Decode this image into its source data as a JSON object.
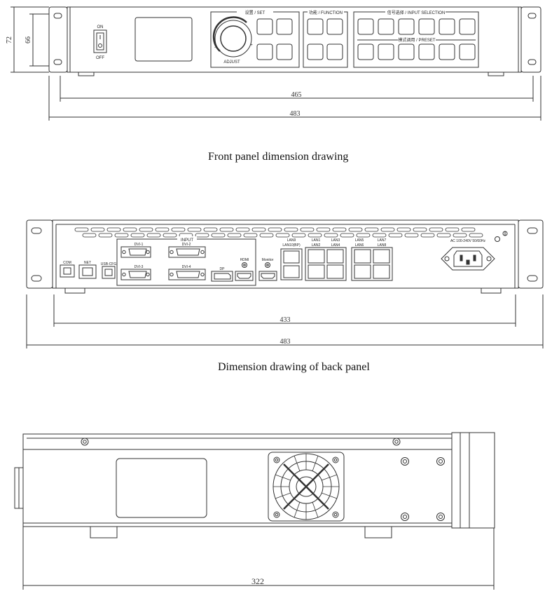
{
  "captions": {
    "front": "Front panel dimension drawing",
    "back": "Dimension drawing of back panel"
  },
  "front": {
    "switch_on": "ON",
    "switch_off": "OFF",
    "knob_label": "ADJUST",
    "knob_minus": "-",
    "knob_plus": "+",
    "set_title": "设置 / SET",
    "function_title": "功能 / FUNCTION",
    "input_selection_title": "信号选择 / INPUT SELECTION",
    "preset_title": "模式调用 / PRESET",
    "dim_height_outer": "72",
    "dim_height_inner": "66",
    "dim_width_inner": "465",
    "dim_width_outer": "483"
  },
  "back": {
    "input_title": "INPUT",
    "com": "COM",
    "net": "NET",
    "usb": "USB-CFG",
    "dvi1": "DVI-1",
    "dvi2": "DVI-2",
    "dvi3": "DVI-3",
    "dvi4": "DVI-4",
    "dp": "DP",
    "hdmi": "HDMI",
    "monitor": "Monitor",
    "lan9": "LAN9",
    "lan10": "LAN10(BP)",
    "lan1": "LAN1",
    "lan2": "LAN2",
    "lan3": "LAN3",
    "lan4": "LAN4",
    "lan5": "LAN5",
    "lan6": "LAN6",
    "lan7": "LAN7",
    "lan8": "LAN8",
    "power": "AC  100-240V  50/60Hz",
    "dim_width_inner": "433",
    "dim_width_outer": "483"
  },
  "side": {
    "dim_depth": "322"
  }
}
